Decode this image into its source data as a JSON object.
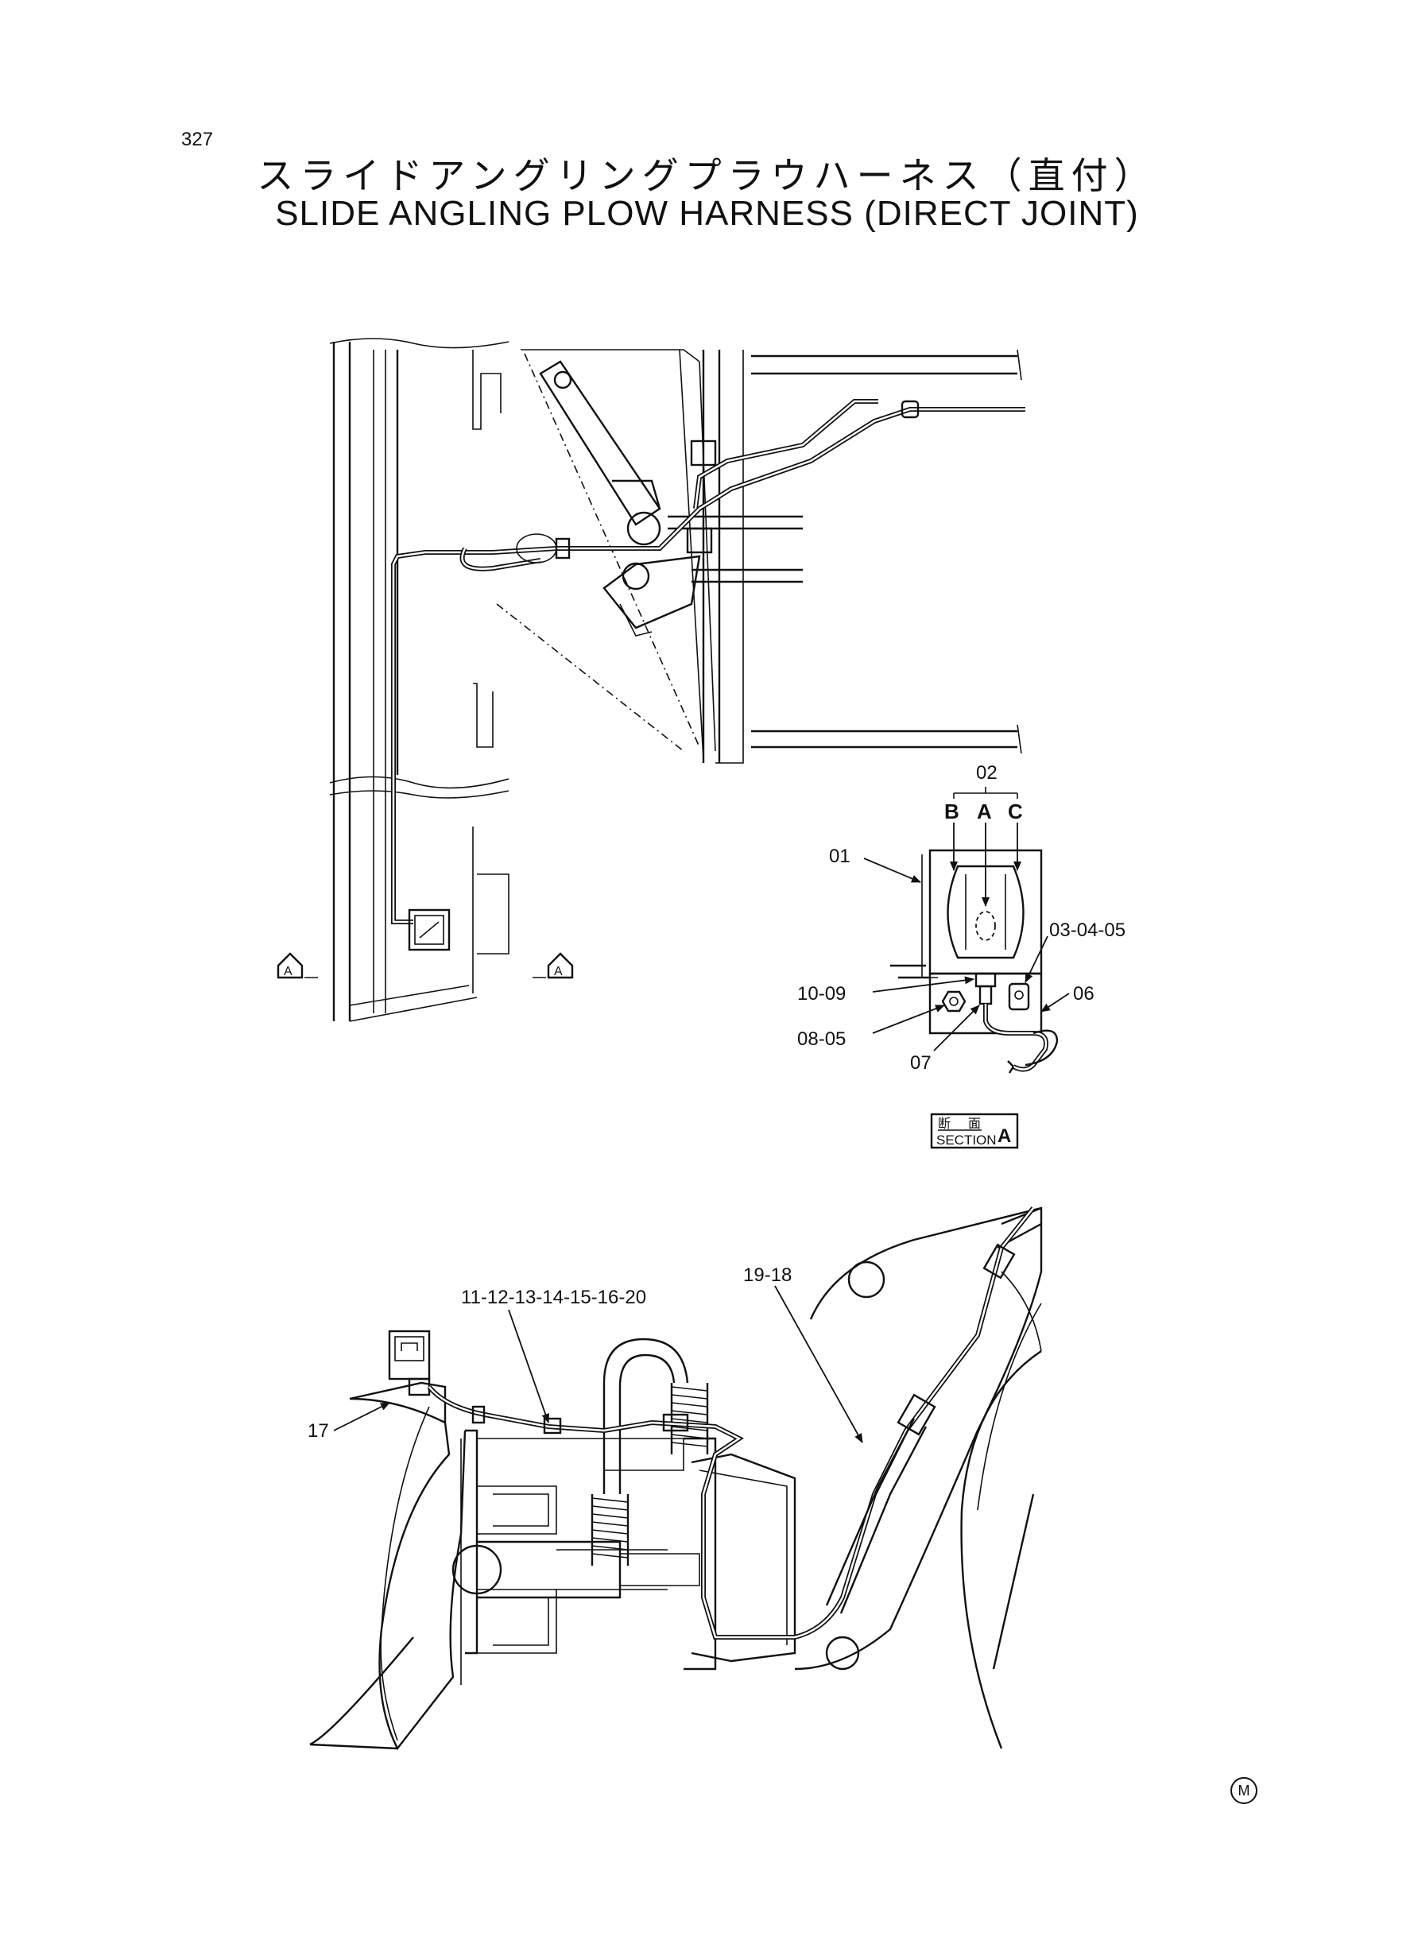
{
  "page": {
    "number": "327",
    "title_jp": "スライドアングリングプラウハーネス（直付）",
    "title_en": "SLIDE ANGLING PLOW HARNESS (DIRECT JOINT)"
  },
  "views": {
    "section_marker": "A",
    "section_box": {
      "jp_left": "断",
      "jp_right": "面",
      "en": "SECTION",
      "letter": "A"
    }
  },
  "callouts": {
    "c01": "01",
    "c02": "02",
    "cB": "B",
    "cA": "A",
    "cC": "C",
    "c03_04_05": "03-04-05",
    "c06": "06",
    "c10_09": "10-09",
    "c08_05": "08-05",
    "c07": "07",
    "c11_20": "11-12-13-14-15-16-20",
    "c19_18": "19-18",
    "c17": "17"
  },
  "footer": {
    "manufacturer_mark": "M"
  }
}
